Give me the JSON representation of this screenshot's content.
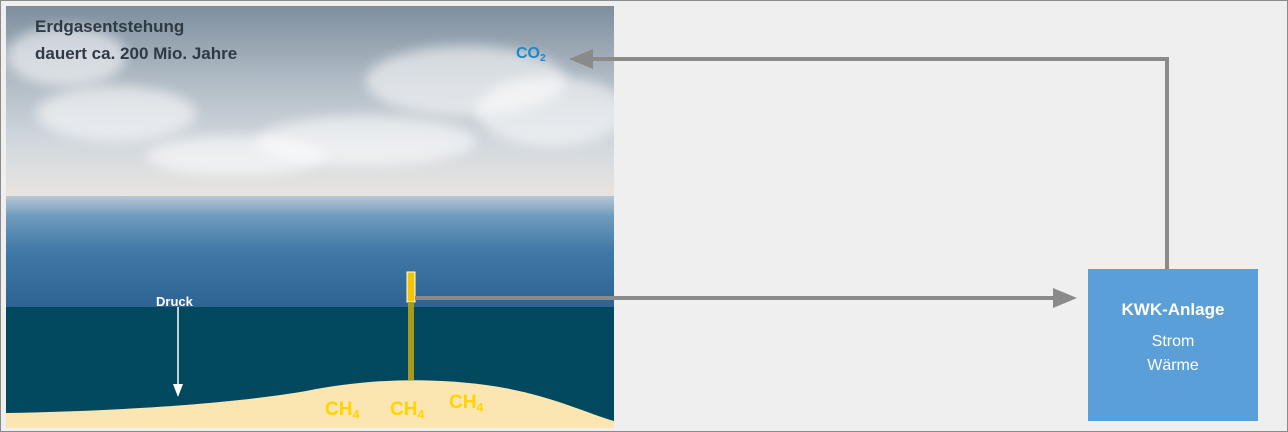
{
  "title": {
    "line1": "Erdgasentstehung",
    "line2": "dauert ca. 200 Mio. Jahre"
  },
  "co2_label": {
    "base": "CO",
    "sub": "2"
  },
  "pressure_label": "Druck",
  "methane_labels": [
    {
      "base": "CH",
      "sub": "4"
    },
    {
      "base": "CH",
      "sub": "4"
    },
    {
      "base": "CH",
      "sub": "4"
    }
  ],
  "kwk": {
    "title": "KWK-Anlage",
    "line1": "Strom",
    "line2": "Wärme"
  },
  "colors": {
    "arrow": "#8a8a8a",
    "box": "#5a9fd8",
    "co2": "#1a88c9",
    "methane": "#ffd400",
    "deep_water": "#02485f",
    "sand": "#fbe6b1"
  }
}
